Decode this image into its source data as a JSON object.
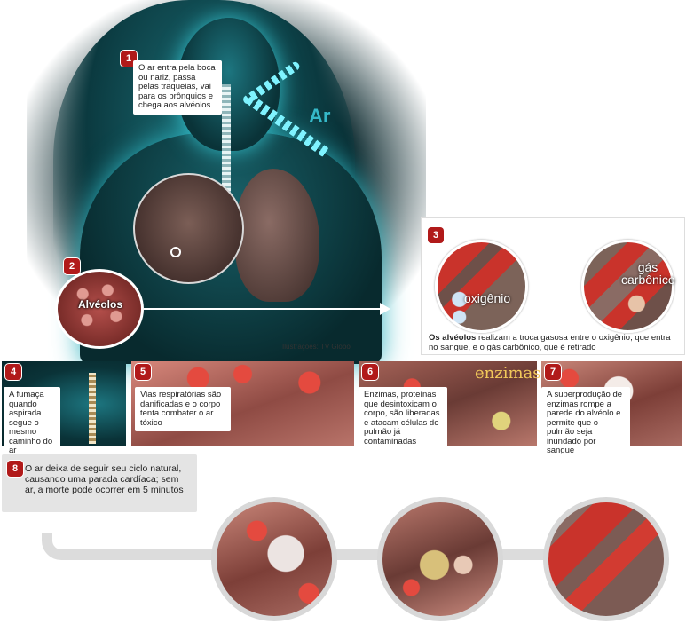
{
  "hero": {
    "air_label": "Ar",
    "alveoli_label": "Alvéolos",
    "credit": "Ilustrações: TV Globo"
  },
  "steps": {
    "s1": {
      "num": "1",
      "text": "O ar entra pela boca ou nariz, passa pelas traqueias, vai para os brônquios e chega aos alvéolos"
    },
    "s2": {
      "num": "2"
    },
    "s3": {
      "num": "3",
      "oxygen_label": "oxigênio",
      "co2_label": "gás carbônico",
      "text_bold": "Os alvéolos",
      "text_rest": " realizam a troca gasosa entre o oxigênio, que entra no sangue, e o gás carbônico, que é retirado"
    },
    "s4": {
      "num": "4",
      "text": "A fumaça quando aspirada segue o mesmo caminho do ar"
    },
    "s5": {
      "num": "5",
      "text": "Vias respiratórias são danificadas e o corpo tenta combater o ar tóxico"
    },
    "s6": {
      "num": "6",
      "label": "enzimas",
      "text": "Enzimas, proteínas que desintoxicam o corpo, são liberadas e atacam células do pulmão já contaminadas"
    },
    "s7": {
      "num": "7",
      "text": "A superprodução de enzimas rompe a parede do alvéolo e permite que o pulmão seja inundado por sangue"
    },
    "s8": {
      "num": "8",
      "text": "O ar deixa de seguir seu ciclo natural, causando uma parada cardíaca; sem ar, a morte pode ocorrer em 5 minutos"
    }
  },
  "colors": {
    "badge_red": "#b11a1a",
    "air_cyan": "#35b8c8",
    "enzyme_gold": "#f2c95a"
  }
}
